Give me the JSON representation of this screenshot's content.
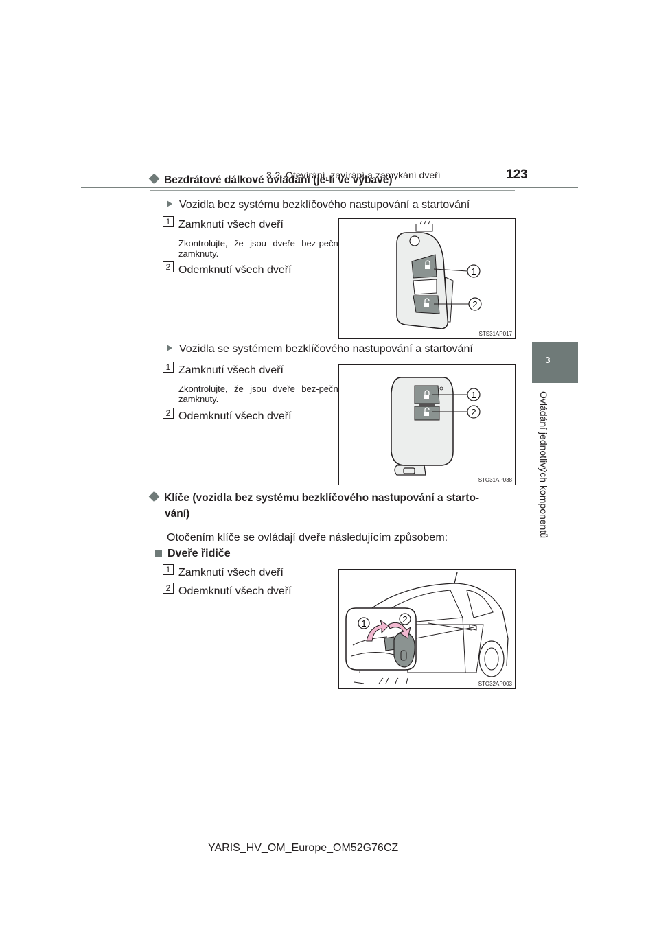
{
  "header": {
    "section": "3-2. Otevírání, zavírání a zamykání dveří",
    "page_number": "123"
  },
  "side_tab": {
    "chapter_number": "3",
    "chapter_title": "Ovládání jednotlivých komponentů"
  },
  "sections": [
    {
      "title": "Bezdrátové dálkové ovládání (je-li ve výbavě)",
      "subsections": [
        {
          "heading": "Vozidla bez systému bezklíčového nastupování a startování",
          "items": [
            {
              "num": "1",
              "label": "Zamknutí všech dveří",
              "note": "Zkontrolujte, že jsou dveře bez-pečně zamknuty."
            },
            {
              "num": "2",
              "label": "Odemknutí všech dveří"
            }
          ],
          "figure_id": "STS31AP017"
        },
        {
          "heading": "Vozidla se systémem bezklíčového nastupování a startování",
          "items": [
            {
              "num": "1",
              "label": "Zamknutí všech dveří",
              "note": "Zkontrolujte, že jsou dveře bez-pečně zamknuty."
            },
            {
              "num": "2",
              "label": "Odemknutí všech dveří"
            }
          ],
          "figure_id": "STO31AP038"
        }
      ]
    },
    {
      "title_line1": "Klíče (vozidla bez systému bezklíčového nastupování a starto-",
      "title_line2": "vání)",
      "intro": "Otočením klíče se ovládají dveře následujícím způsobem:",
      "sub_heading": "Dveře řidiče",
      "items": [
        {
          "num": "1",
          "label": "Zamknutí všech dveří"
        },
        {
          "num": "2",
          "label": "Odemknutí všech dveří"
        }
      ],
      "figure_id": "STO32AP003"
    }
  ],
  "footer": "YARIS_HV_OM_Europe_OM52G76CZ"
}
